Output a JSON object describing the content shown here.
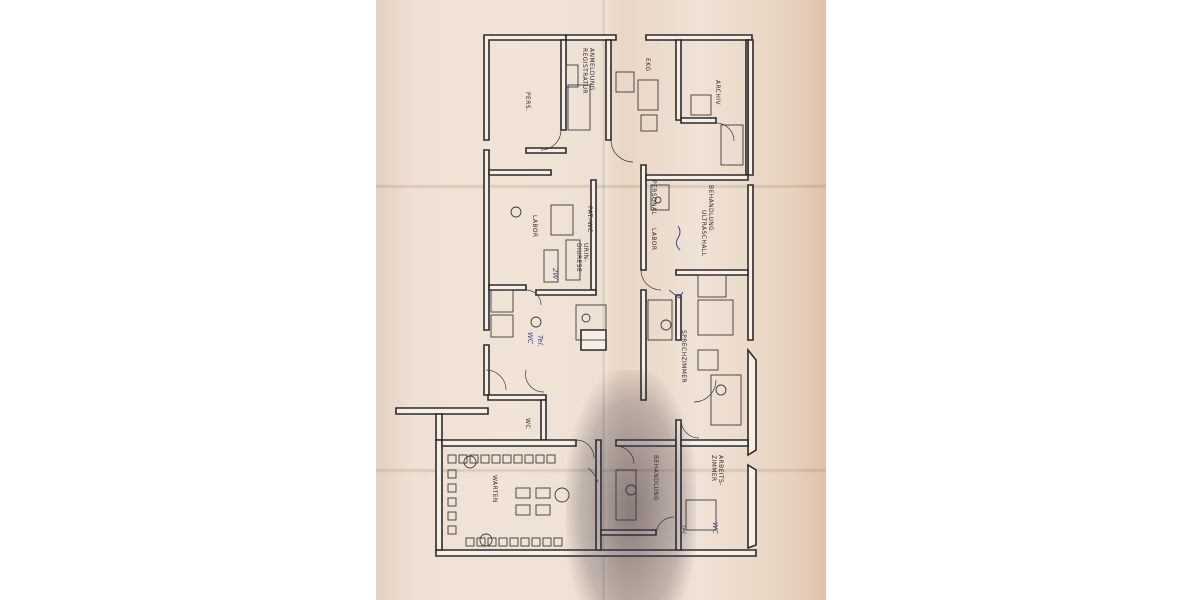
{
  "rooms": {
    "pers": "PERS.",
    "anmeldung": "ANMELDUNG",
    "registratur": "REGISTRATUR",
    "ekg": "EKG",
    "archiv": "ARCHIV",
    "labor": "LABOR",
    "pat_wc": "PAT.-WC",
    "urin_diurese": "URIN-",
    "urin_diurese_2": "DIURESE",
    "personal": "PERSONAL",
    "labor_small": "LABOR",
    "behandlung_top": "BEHANDLUNG",
    "ultraschall": "ULTRASCHALL",
    "sprechzimmer": "SPRECHZIMMER",
    "wc": "WC",
    "warten": "WARTEN",
    "behandlung_bottom": "BEHANDLUNG",
    "arbeitszimmer": "ARBEITS-",
    "arbeitszimmer_2": "ZIMMER"
  },
  "annotations": {
    "note_1": "2W",
    "note_2": "WC",
    "note_3": "Tel.",
    "note_4": "WC",
    "note_5": "Tel."
  },
  "colors": {
    "paper": "#efe0d3",
    "ink": "#2c2a2e",
    "pen": "#3a4f8a"
  }
}
